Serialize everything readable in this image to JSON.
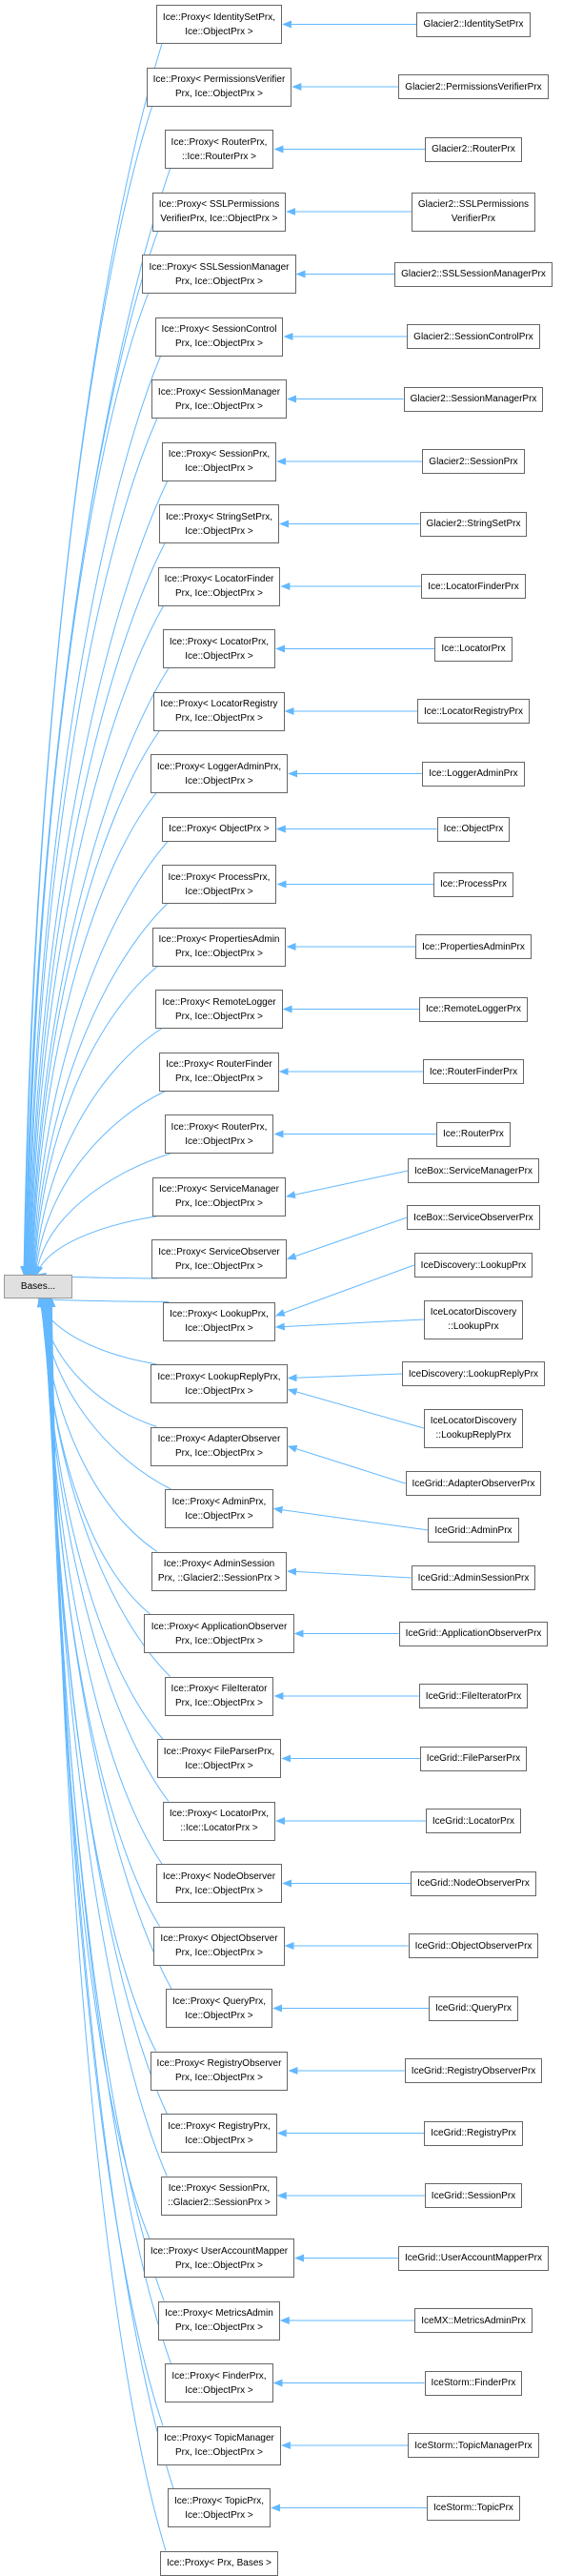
{
  "diagram": {
    "type": "inheritance-graph",
    "root": {
      "label": "Bases..."
    },
    "edge_color": "#63b8ff",
    "nodes": [
      {
        "label": "Ice::Proxy< IdentitySetPrx,\nIce::ObjectPrx >",
        "children": [
          "Glacier2::IdentitySetPrx"
        ]
      },
      {
        "label": "Ice::Proxy< PermissionsVerifier\nPrx, Ice::ObjectPrx >",
        "children": [
          "Glacier2::PermissionsVerifierPrx"
        ]
      },
      {
        "label": "Ice::Proxy< RouterPrx,\n::Ice::RouterPrx >",
        "children": [
          "Glacier2::RouterPrx"
        ]
      },
      {
        "label": "Ice::Proxy< SSLPermissions\nVerifierPrx, Ice::ObjectPrx >",
        "children": [
          "Glacier2::SSLPermissions\nVerifierPrx"
        ]
      },
      {
        "label": "Ice::Proxy< SSLSessionManager\nPrx, Ice::ObjectPrx >",
        "children": [
          "Glacier2::SSLSessionManagerPrx"
        ]
      },
      {
        "label": "Ice::Proxy< SessionControl\nPrx, Ice::ObjectPrx >",
        "children": [
          "Glacier2::SessionControlPrx"
        ]
      },
      {
        "label": "Ice::Proxy< SessionManager\nPrx, Ice::ObjectPrx >",
        "children": [
          "Glacier2::SessionManagerPrx"
        ]
      },
      {
        "label": "Ice::Proxy< SessionPrx,\nIce::ObjectPrx >",
        "children": [
          "Glacier2::SessionPrx"
        ]
      },
      {
        "label": "Ice::Proxy< StringSetPrx,\nIce::ObjectPrx >",
        "children": [
          "Glacier2::StringSetPrx"
        ]
      },
      {
        "label": "Ice::Proxy< LocatorFinder\nPrx, Ice::ObjectPrx >",
        "children": [
          "Ice::LocatorFinderPrx"
        ]
      },
      {
        "label": "Ice::Proxy< LocatorPrx,\nIce::ObjectPrx >",
        "children": [
          "Ice::LocatorPrx"
        ]
      },
      {
        "label": "Ice::Proxy< LocatorRegistry\nPrx, Ice::ObjectPrx >",
        "children": [
          "Ice::LocatorRegistryPrx"
        ]
      },
      {
        "label": "Ice::Proxy< LoggerAdminPrx,\nIce::ObjectPrx >",
        "children": [
          "Ice::LoggerAdminPrx"
        ]
      },
      {
        "label": "Ice::Proxy< ObjectPrx >",
        "children": [
          "Ice::ObjectPrx"
        ]
      },
      {
        "label": "Ice::Proxy< ProcessPrx,\nIce::ObjectPrx >",
        "children": [
          "Ice::ProcessPrx"
        ]
      },
      {
        "label": "Ice::Proxy< PropertiesAdmin\nPrx, Ice::ObjectPrx >",
        "children": [
          "Ice::PropertiesAdminPrx"
        ]
      },
      {
        "label": "Ice::Proxy< RemoteLogger\nPrx, Ice::ObjectPrx >",
        "children": [
          "Ice::RemoteLoggerPrx"
        ]
      },
      {
        "label": "Ice::Proxy< RouterFinder\nPrx, Ice::ObjectPrx >",
        "children": [
          "Ice::RouterFinderPrx"
        ]
      },
      {
        "label": "Ice::Proxy< RouterPrx,\nIce::ObjectPrx >",
        "children": [
          "Ice::RouterPrx"
        ]
      },
      {
        "label": "Ice::Proxy< ServiceManager\nPrx, Ice::ObjectPrx >",
        "children": [
          "IceBox::ServiceManagerPrx"
        ]
      },
      {
        "label": "Ice::Proxy< ServiceObserver\nPrx, Ice::ObjectPrx >",
        "children": [
          "IceBox::ServiceObserverPrx"
        ]
      },
      {
        "label": "Ice::Proxy< LookupPrx,\nIce::ObjectPrx >",
        "children": [
          "IceDiscovery::LookupPrx",
          "IceLocatorDiscovery\n::LookupPrx"
        ]
      },
      {
        "label": "Ice::Proxy< LookupReplyPrx,\nIce::ObjectPrx >",
        "children": [
          "IceDiscovery::LookupReplyPrx",
          "IceLocatorDiscovery\n::LookupReplyPrx"
        ]
      },
      {
        "label": "Ice::Proxy< AdapterObserver\nPrx, Ice::ObjectPrx >",
        "children": [
          "IceGrid::AdapterObserverPrx"
        ]
      },
      {
        "label": "Ice::Proxy< AdminPrx,\nIce::ObjectPrx >",
        "children": [
          "IceGrid::AdminPrx"
        ]
      },
      {
        "label": "Ice::Proxy< AdminSession\nPrx, ::Glacier2::SessionPrx >",
        "children": [
          "IceGrid::AdminSessionPrx"
        ]
      },
      {
        "label": "Ice::Proxy< ApplicationObserver\nPrx, Ice::ObjectPrx >",
        "children": [
          "IceGrid::ApplicationObserverPrx"
        ]
      },
      {
        "label": "Ice::Proxy< FileIterator\nPrx, Ice::ObjectPrx >",
        "children": [
          "IceGrid::FileIteratorPrx"
        ]
      },
      {
        "label": "Ice::Proxy< FileParserPrx,\nIce::ObjectPrx >",
        "children": [
          "IceGrid::FileParserPrx"
        ]
      },
      {
        "label": "Ice::Proxy< LocatorPrx,\n::Ice::LocatorPrx >",
        "children": [
          "IceGrid::LocatorPrx"
        ]
      },
      {
        "label": "Ice::Proxy< NodeObserver\nPrx, Ice::ObjectPrx >",
        "children": [
          "IceGrid::NodeObserverPrx"
        ]
      },
      {
        "label": "Ice::Proxy< ObjectObserver\nPrx, Ice::ObjectPrx >",
        "children": [
          "IceGrid::ObjectObserverPrx"
        ]
      },
      {
        "label": "Ice::Proxy< QueryPrx,\nIce::ObjectPrx >",
        "children": [
          "IceGrid::QueryPrx"
        ]
      },
      {
        "label": "Ice::Proxy< RegistryObserver\nPrx, Ice::ObjectPrx >",
        "children": [
          "IceGrid::RegistryObserverPrx"
        ]
      },
      {
        "label": "Ice::Proxy< RegistryPrx,\nIce::ObjectPrx >",
        "children": [
          "IceGrid::RegistryPrx"
        ]
      },
      {
        "label": "Ice::Proxy< SessionPrx,\n::Glacier2::SessionPrx >",
        "children": [
          "IceGrid::SessionPrx"
        ]
      },
      {
        "label": "Ice::Proxy< UserAccountMapper\nPrx, Ice::ObjectPrx >",
        "children": [
          "IceGrid::UserAccountMapperPrx"
        ]
      },
      {
        "label": "Ice::Proxy< MetricsAdmin\nPrx, Ice::ObjectPrx >",
        "children": [
          "IceMX::MetricsAdminPrx"
        ]
      },
      {
        "label": "Ice::Proxy< FinderPrx,\nIce::ObjectPrx >",
        "children": [
          "IceStorm::FinderPrx"
        ]
      },
      {
        "label": "Ice::Proxy< TopicManager\nPrx, Ice::ObjectPrx >",
        "children": [
          "IceStorm::TopicManagerPrx"
        ]
      },
      {
        "label": "Ice::Proxy< TopicPrx,\nIce::ObjectPrx >",
        "children": [
          "IceStorm::TopicPrx"
        ]
      },
      {
        "label": "Ice::Proxy< Prx, Bases >",
        "children": []
      }
    ]
  }
}
